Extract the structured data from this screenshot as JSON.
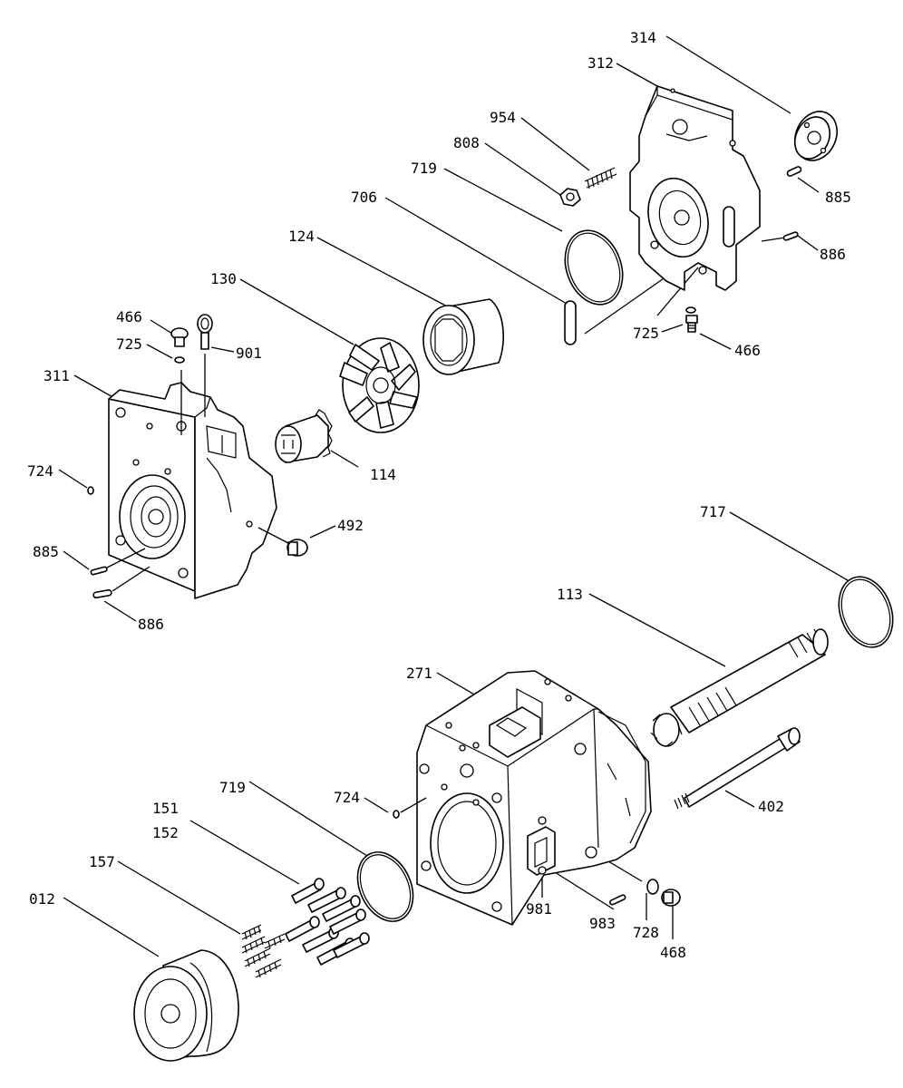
{
  "callouts": [
    {
      "id": "c314",
      "text": "314"
    },
    {
      "id": "c312",
      "text": "312"
    },
    {
      "id": "c954",
      "text": "954"
    },
    {
      "id": "c808",
      "text": "808"
    },
    {
      "id": "c719a",
      "text": "719"
    },
    {
      "id": "c706",
      "text": "706"
    },
    {
      "id": "c124",
      "text": "124"
    },
    {
      "id": "c130",
      "text": "130"
    },
    {
      "id": "c885a",
      "text": "885"
    },
    {
      "id": "c886a",
      "text": "886"
    },
    {
      "id": "c725a",
      "text": "725"
    },
    {
      "id": "c466a",
      "text": "466"
    },
    {
      "id": "c466b",
      "text": "466"
    },
    {
      "id": "c725b",
      "text": "725"
    },
    {
      "id": "c901",
      "text": "901"
    },
    {
      "id": "c311",
      "text": "311"
    },
    {
      "id": "c724a",
      "text": "724"
    },
    {
      "id": "c114",
      "text": "114"
    },
    {
      "id": "c492",
      "text": "492"
    },
    {
      "id": "c885b",
      "text": "885"
    },
    {
      "id": "c886b",
      "text": "886"
    },
    {
      "id": "c717",
      "text": "717"
    },
    {
      "id": "c113",
      "text": "113"
    },
    {
      "id": "c271",
      "text": "271"
    },
    {
      "id": "c724b",
      "text": "724"
    },
    {
      "id": "c402",
      "text": "402"
    },
    {
      "id": "c719b",
      "text": "719"
    },
    {
      "id": "c151",
      "text": "151"
    },
    {
      "id": "c152",
      "text": "152"
    },
    {
      "id": "c157",
      "text": "157"
    },
    {
      "id": "c012",
      "text": "012"
    },
    {
      "id": "c981",
      "text": "981"
    },
    {
      "id": "c983",
      "text": "983"
    },
    {
      "id": "c728",
      "text": "728"
    },
    {
      "id": "c468",
      "text": "468"
    }
  ]
}
